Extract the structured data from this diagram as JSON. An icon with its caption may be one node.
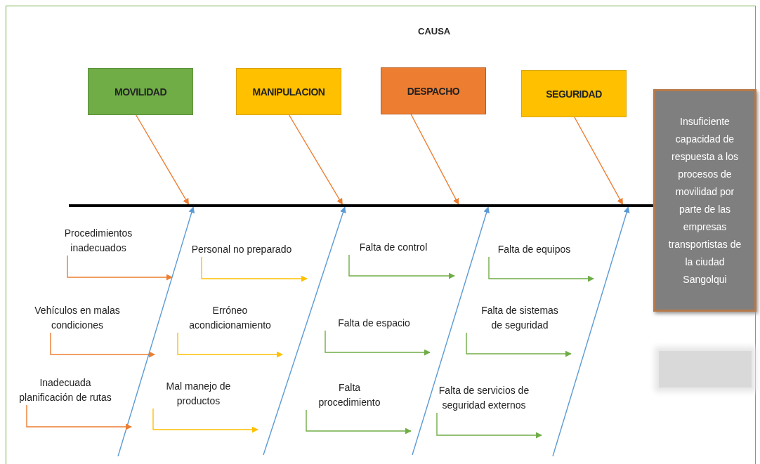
{
  "diagram": {
    "title": "CAUSA",
    "nodes": [
      {
        "text": [
          "MOVILIDAD"
        ]
      },
      {
        "text": [
          "MANIPULACION"
        ]
      },
      {
        "text": [
          "DESPACHO"
        ]
      },
      {
        "text": [
          "SEGURIDAD"
        ]
      },
      {
        "text": [],
        "shape": "bar"
      },
      {
        "text": [
          "Insuficiente capacidad de respuesta a los procesos de movilidad por parte de las empresas transportistas de la ciudad Sangolqui"
        ]
      },
      {
        "text": [],
        "shape": "box"
      },
      {
        "text": [
          "Procedimientos inadecuados"
        ]
      },
      {
        "text": [
          "Vehículos en malas condiciones"
        ]
      },
      {
        "text": [
          "Inadecuada planificación de rutas"
        ]
      },
      {
        "text": [
          "Personal no preparado"
        ]
      },
      {
        "text": [
          "Erróneo acondicionamiento"
        ]
      },
      {
        "text": [
          "Mal manejo de productos"
        ]
      },
      {
        "text": [
          "Falta de control"
        ]
      },
      {
        "text": [
          "Falta de espacio"
        ]
      },
      {
        "text": [
          "Falta procedimiento"
        ]
      },
      {
        "text": [
          "Falta de equipos"
        ]
      },
      {
        "text": [
          "Falta de sistemas de seguridad"
        ]
      },
      {
        "text": [
          "Falta de servicios de seguridad externos"
        ]
      }
    ],
    "edges": [
      {
        "from": 0,
        "to": 4,
        "arrow": "to",
        "color": "#ed7d31"
      },
      {
        "from": 1,
        "to": 4,
        "arrow": "to",
        "color": "#ed7d31"
      },
      {
        "from": 2,
        "to": 4,
        "arrow": "to",
        "color": "#ed7d31"
      },
      {
        "from": 3,
        "to": 4,
        "arrow": "to",
        "color": "#ed7d31"
      },
      {
        "from": null,
        "to": 4,
        "arrow": "to",
        "color": "#5b9bd5"
      },
      {
        "from": null,
        "to": 4,
        "arrow": "to",
        "color": "#5b9bd5"
      },
      {
        "from": null,
        "to": 4,
        "arrow": "to",
        "color": "#5b9bd5"
      },
      {
        "from": null,
        "to": 4,
        "arrow": "to",
        "color": "#5b9bd5"
      },
      {
        "from": 7,
        "to": null,
        "arrow": "to",
        "color": "#ed7d31"
      },
      {
        "from": 8,
        "to": null,
        "arrow": "to",
        "color": "#ed7d31"
      },
      {
        "from": 9,
        "to": null,
        "arrow": "to",
        "color": "#ed7d31"
      },
      {
        "from": 10,
        "to": null,
        "arrow": "to",
        "color": "#ffc000"
      },
      {
        "from": 11,
        "to": null,
        "arrow": "to",
        "color": "#ffc000"
      },
      {
        "from": 12,
        "to": null,
        "arrow": "to",
        "color": "#ffc000"
      },
      {
        "from": 13,
        "to": null,
        "arrow": "to",
        "color": "#70ad47"
      },
      {
        "from": 14,
        "to": null,
        "arrow": "to",
        "color": "#70ad47"
      },
      {
        "from": 15,
        "to": null,
        "arrow": "to",
        "color": "#70ad47"
      },
      {
        "from": 16,
        "to": null,
        "arrow": "to",
        "color": "#70ad47"
      },
      {
        "from": 17,
        "to": null,
        "arrow": "to",
        "color": "#70ad47"
      },
      {
        "from": 18,
        "to": null,
        "arrow": "to",
        "color": "#70ad47"
      }
    ]
  }
}
